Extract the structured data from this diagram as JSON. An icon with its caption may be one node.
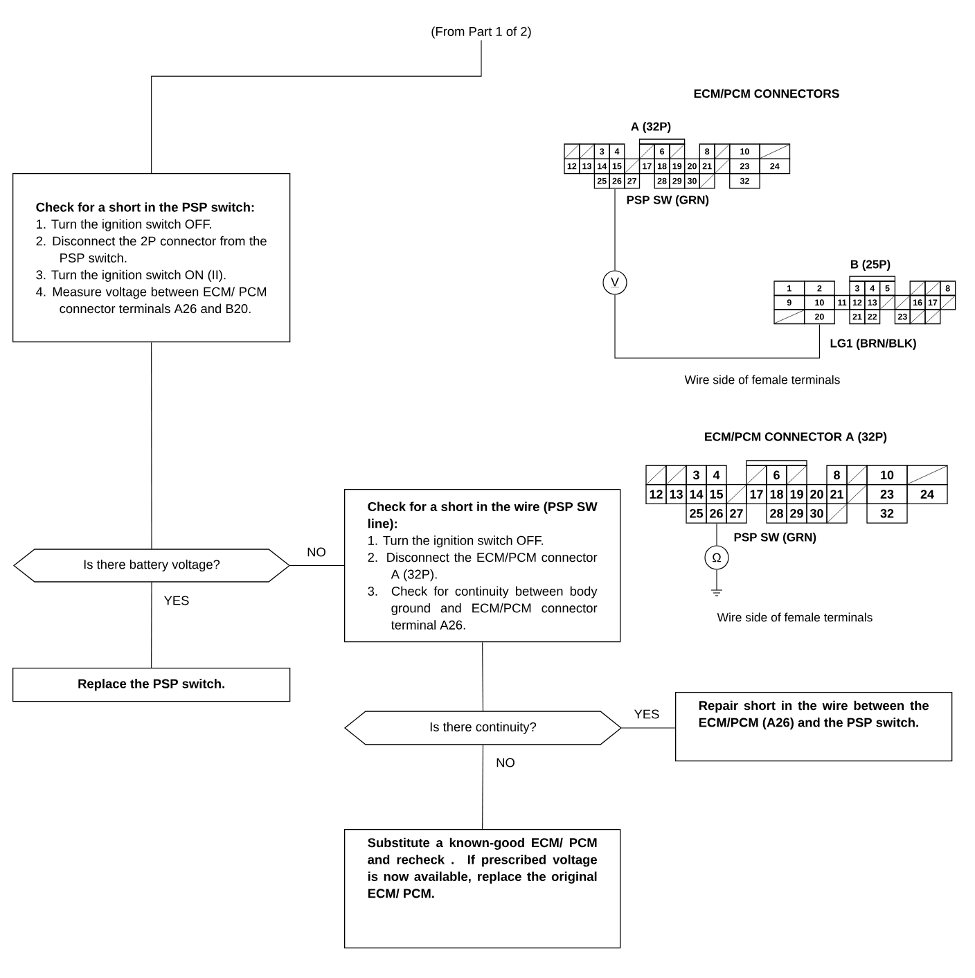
{
  "diagram": {
    "nodes": [
      {
        "text": [
          "(From Part 1 of 2)"
        ]
      },
      {
        "text": [
          "Check for a short in the PSP switch:",
          "1. Turn the ignition switch OFF.",
          "2. Disconnect the 2P connector from the PSP switch.",
          "3. Turn the ignition switch ON (II).",
          "4. Measure voltage between ECM/ PCM connector terminals A26 and B20."
        ]
      },
      {
        "text": [
          "Is there battery voltage?"
        ]
      },
      {
        "text": [
          "Replace the PSP switch."
        ]
      },
      {
        "text": [
          "Check for a short in the wire (PSP SW line):",
          "1. Turn the ignition switch OFF.",
          "2. Disconnect the ECM/PCM connector A (32P).",
          "3. Check for continuity between body ground and ECM/PCM connector terminal A26."
        ]
      },
      {
        "text": [
          "Is there continuity?"
        ]
      },
      {
        "text": [
          "Repair short in the wire between the ECM/PCM (A26) and the PSP switch."
        ]
      },
      {
        "text": [
          "Substitute a known-good ECM/ PCM and recheck . If prescribed voltage is now available, replace the original ECM/ PCM."
        ]
      },
      {
        "text": [
          "3",
          "4",
          "6",
          "8",
          "10",
          "12",
          "13",
          "14",
          "15",
          "17",
          "18",
          "19",
          "20",
          "21",
          "23",
          "24",
          "25",
          "26",
          "27",
          "28",
          "29",
          "30",
          "32"
        ],
        "beside": [
          "A (32P)"
        ]
      },
      {
        "text": [
          "V"
        ]
      },
      {
        "text": [
          "1",
          "2",
          "3",
          "4",
          "5",
          "8",
          "9",
          "10",
          "11",
          "12",
          "13",
          "16",
          "17",
          "20",
          "21",
          "22",
          "23"
        ],
        "beside": [
          "B (25P)"
        ]
      },
      {
        "text": [
          "3",
          "4",
          "6",
          "8",
          "10",
          "12",
          "13",
          "14",
          "15",
          "17",
          "18",
          "19",
          "20",
          "21",
          "23",
          "24",
          "25",
          "26",
          "27",
          "28",
          "29",
          "30",
          "32"
        ]
      },
      {
        "text": [
          "Ω"
        ]
      },
      {
        "text": [],
        "shape": "ground"
      }
    ],
    "edges": [
      {
        "from": 0,
        "to": 1,
        "arrow": "none"
      },
      {
        "from": 1,
        "to": 2,
        "arrow": "none"
      },
      {
        "from": 2,
        "to": 4,
        "arrow": "none",
        "label": "NO"
      },
      {
        "from": 2,
        "to": 3,
        "arrow": "none",
        "label": "YES"
      },
      {
        "from": 4,
        "to": 5,
        "arrow": "none"
      },
      {
        "from": 5,
        "to": 6,
        "arrow": "none",
        "label": "YES"
      },
      {
        "from": 5,
        "to": 7,
        "arrow": "none",
        "label": "NO"
      },
      {
        "from": 8,
        "to": 9,
        "arrow": "none",
        "label": "PSP SW (GRN)"
      },
      {
        "from": 9,
        "to": 10,
        "arrow": "none",
        "label": "LG1 (BRN/BLK)"
      },
      {
        "from": 11,
        "to": 12,
        "arrow": "none",
        "label": "PSP SW (GRN)"
      },
      {
        "from": 12,
        "to": 13,
        "arrow": "none"
      }
    ],
    "labels": [
      "ECM/PCM CONNECTORS",
      "Wire side of female terminals",
      "ECM/PCM CONNECTOR A (32P)",
      "Wire side of female terminals"
    ]
  }
}
